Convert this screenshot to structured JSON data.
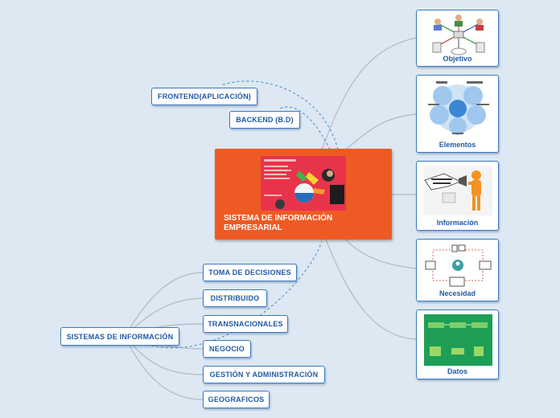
{
  "central": {
    "title": "SISTEMA DE INFORMACIÓN EMPRESARIAL"
  },
  "top_nodes": {
    "frontend": "FRONTEND(APLICACIÓN)",
    "backend": "BACKEND (B.D)"
  },
  "hub": {
    "label": "SISTEMAS DE INFORMACIÓN"
  },
  "left_items": [
    "TOMA DE DECISIONES",
    "DISTRIBUIDO",
    "TRANSNACIONALES",
    "NEGOCIO",
    "GESTIÓN Y ADMINISTRACIÓN",
    "GEOGRAFICOS"
  ],
  "right_cards": [
    "Objetivo",
    "Elementos",
    "Información",
    "Necesidad",
    "Datos"
  ],
  "colors": {
    "background": "#dde8f2",
    "central": "#ee5a24",
    "node_border": "#3a79c0",
    "node_text": "#1f5aa6",
    "connector": "#b4bfc9",
    "dashed": "#3a88d6"
  }
}
